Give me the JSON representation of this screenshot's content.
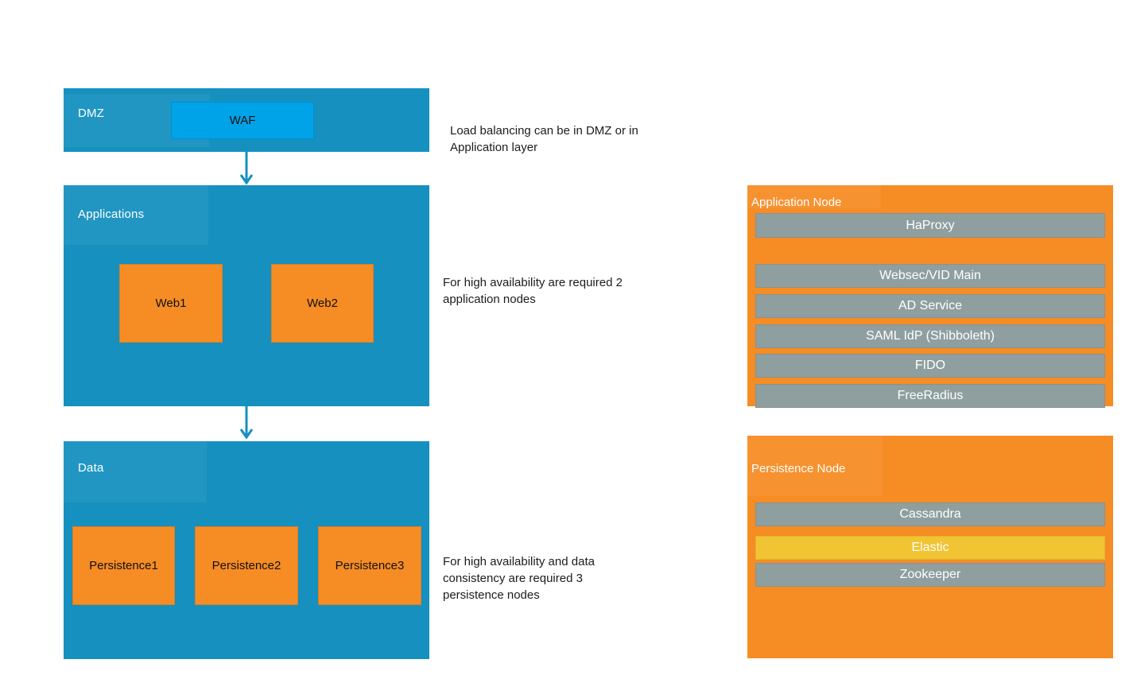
{
  "colors": {
    "layer_blue": "#1590BF",
    "waf_blue": "#00A3E8",
    "orange": "#F68C24",
    "service_gray": "#8F9FA0",
    "elastic_yellow": "#F1C433",
    "arrow_blue": "#1590BF",
    "label_white": "#FFFFFF",
    "text_dark": "#1C1C1C"
  },
  "layers": {
    "dmz": {
      "label": "DMZ",
      "waf": "WAF"
    },
    "applications": {
      "label": "Applications",
      "web1": "Web1",
      "web2": "Web2"
    },
    "data": {
      "label": "Data",
      "p1": "Persistence1",
      "p2": "Persistence2",
      "p3": "Persistence3"
    }
  },
  "notes": {
    "load_balancing": "Load balancing can be in DMZ or in\nApplication layer",
    "application": "For high availability are required 2\napplication nodes",
    "persistence": "For high availability and data\nconsistency are required 3\npersistence nodes"
  },
  "application_node": {
    "title": "Application Node",
    "services": [
      "HaProxy",
      "Websec/VID Main",
      "AD Service",
      "SAML IdP (Shibboleth)",
      "FIDO",
      "FreeRadius"
    ]
  },
  "persistence_node": {
    "title": "Persistence Node",
    "services": [
      "Cassandra",
      "Elastic",
      "Zookeeper"
    ]
  }
}
